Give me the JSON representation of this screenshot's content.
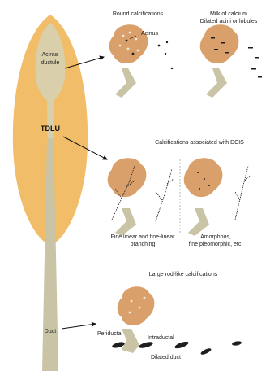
{
  "labels": {
    "round_calcifications": "Round calcifications",
    "acinus": "Acinus",
    "milk_of_calcium": "Milk of calcium",
    "dilated_acini": "Dilated acini or lobules",
    "acinus_ductule_1": "Acinus",
    "acinus_ductule_2": "ductule",
    "tdlu": "TDLU",
    "dcis_title": "Calcifications associated with DCIS",
    "fine_linear_1": "Fine linear and fine-linear",
    "fine_linear_2": "branching",
    "amorphous_1": "Amorphous,",
    "amorphous_2": "fine pleomorphic, etc.",
    "rodlike_title": "Large rod-like calcifications",
    "duct": "Duct",
    "periductal": "Periductal",
    "intraductal": "Intraductal",
    "dilated_duct": "Dilated duct"
  },
  "colors": {
    "tdlu_fill": "#f2bd68",
    "acinus_fill": "#d9cfaa",
    "duct_fill": "#c9c4a6",
    "lobule_fill": "#d9a06b",
    "dot": "#f1ead8",
    "dark_calc": "#1e1e1e",
    "arrow": "#111111"
  }
}
